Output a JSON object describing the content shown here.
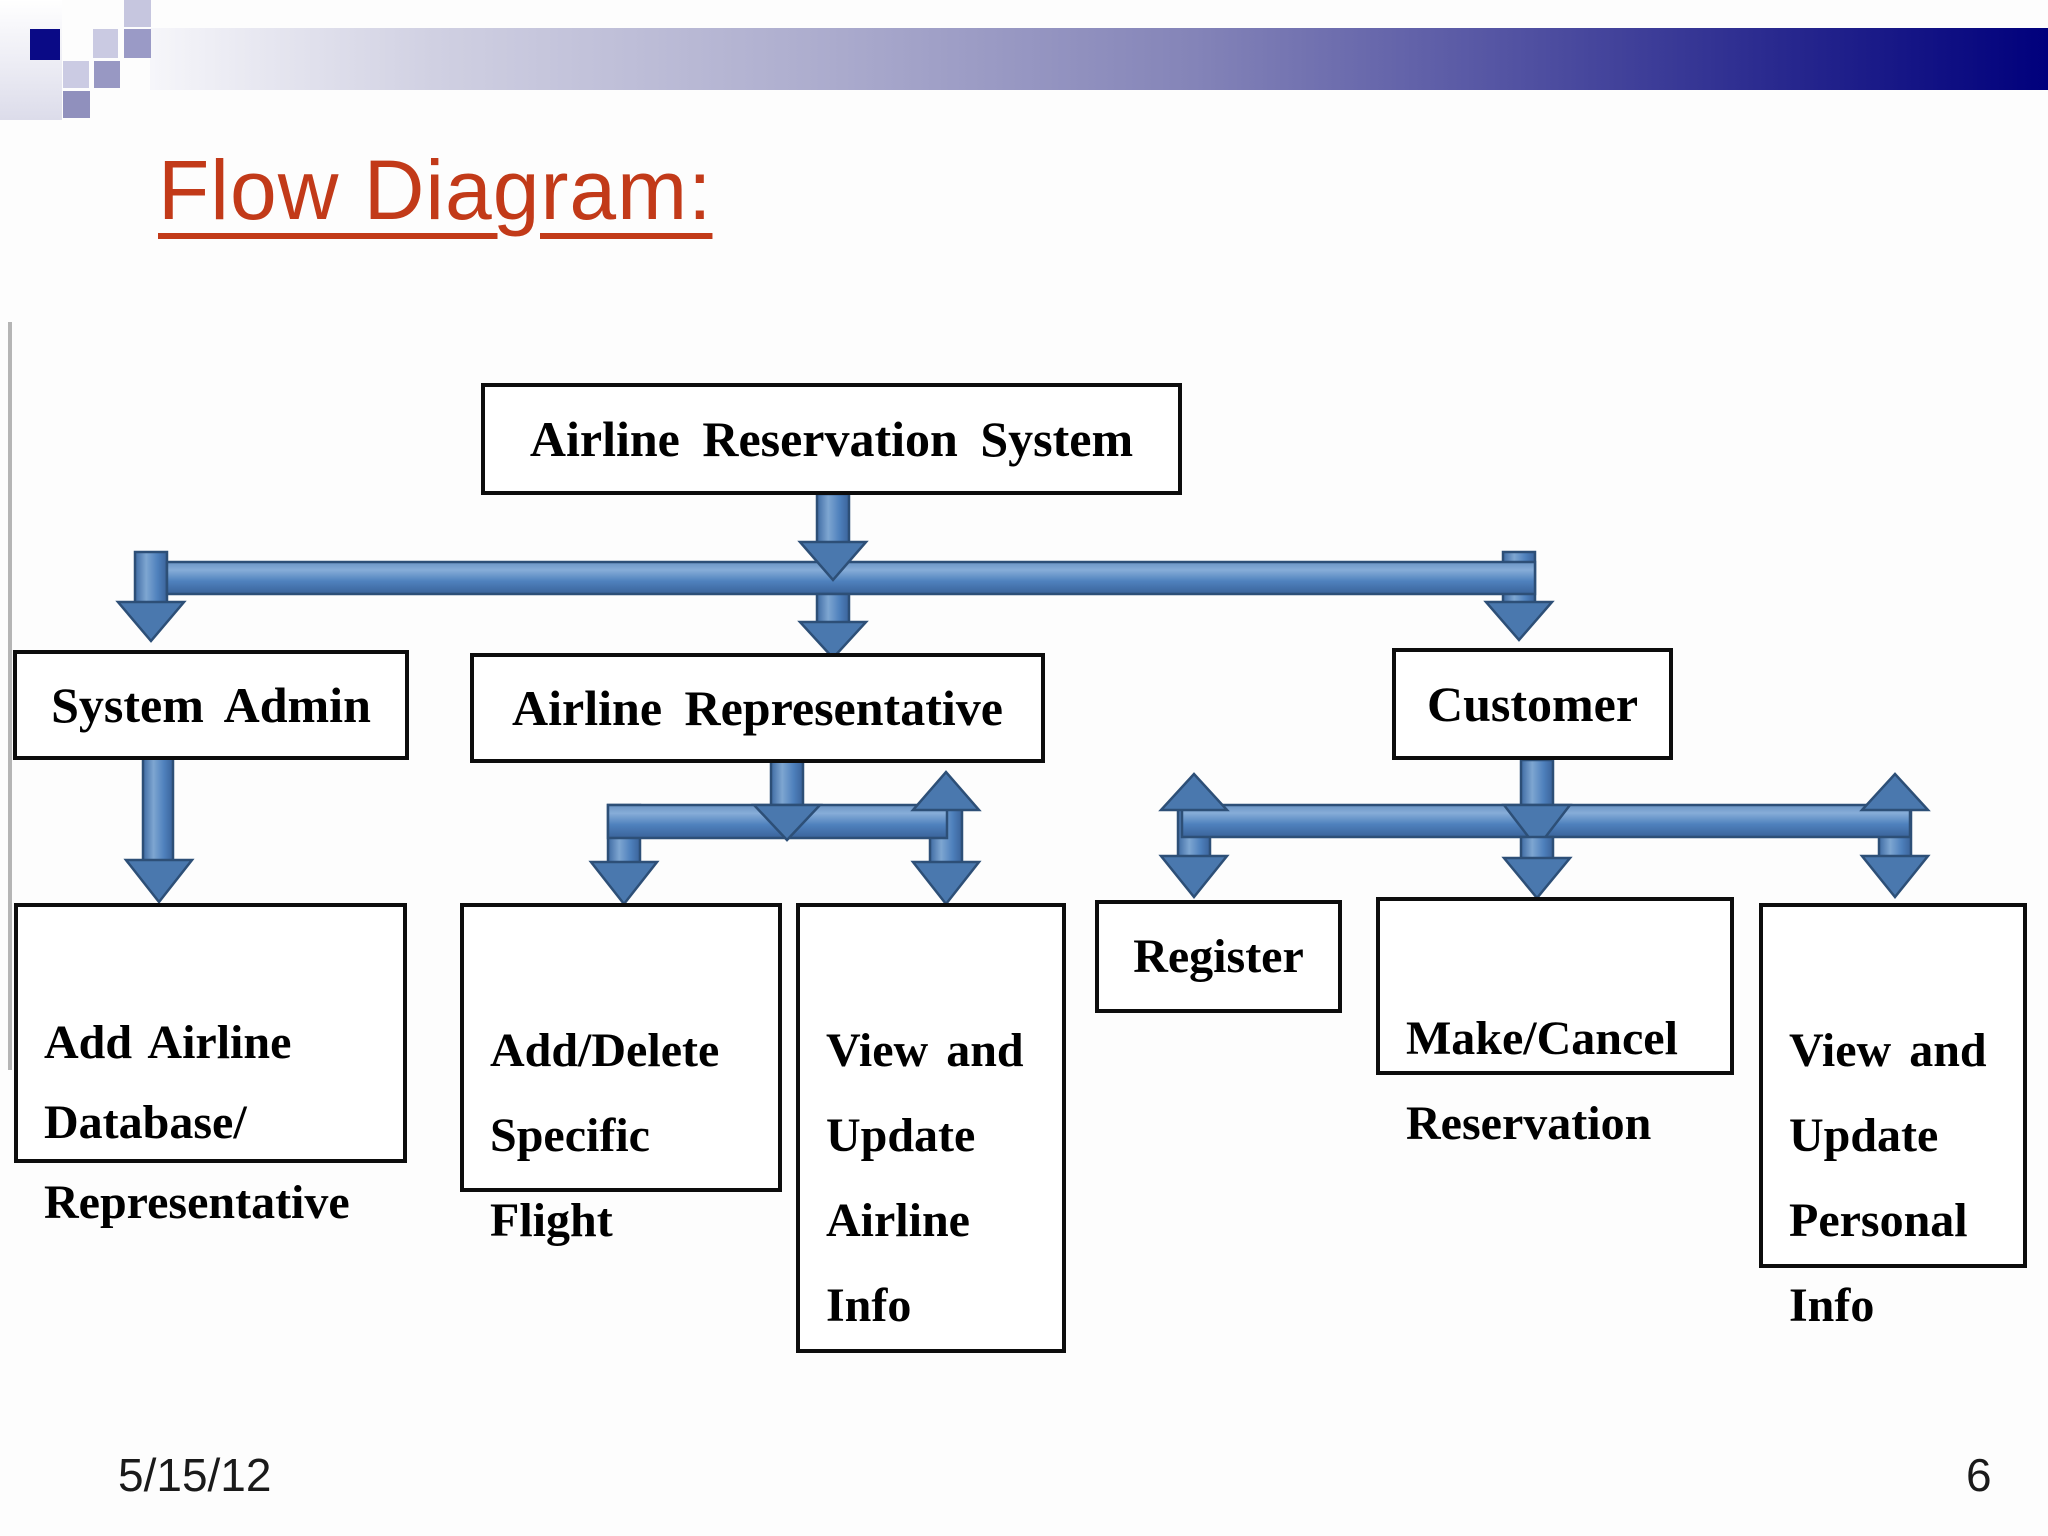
{
  "slide": {
    "title": "Flow Diagram:"
  },
  "footer": {
    "date": "5/15/12",
    "page": "6"
  },
  "nodes": {
    "root": {
      "label": "Airline Reservation System"
    },
    "system_admin": {
      "label": "System Admin"
    },
    "airline_representative": {
      "label": "Airline Representative"
    },
    "customer": {
      "label": "Customer"
    },
    "add_airline_database": {
      "label": "Add Airline\nDatabase/\nRepresentative"
    },
    "add_delete_flight": {
      "label": "Add/Delete\nSpecific\nFlight"
    },
    "view_update_airline": {
      "label": "View and\nUpdate\nAirline\nInfo"
    },
    "register": {
      "label": "Register"
    },
    "make_cancel": {
      "label": "Make/Cancel\nReservation"
    },
    "view_update_personal": {
      "label": "View and\nUpdate\nPersonal\nInfo"
    }
  },
  "edges": [
    {
      "from": "Airline Reservation System",
      "to": "System Admin"
    },
    {
      "from": "Airline Reservation System",
      "to": "Airline Representative"
    },
    {
      "from": "Airline Reservation System",
      "to": "Customer"
    },
    {
      "from": "System Admin",
      "to": "Add Airline Database/ Representative"
    },
    {
      "from": "Airline Representative",
      "to": "Add/Delete Specific Flight"
    },
    {
      "from": "Airline Representative",
      "to": "View and Update Airline Info"
    },
    {
      "from": "Customer",
      "to": "Register"
    },
    {
      "from": "Customer",
      "to": "Make/Cancel Reservation"
    },
    {
      "from": "Customer",
      "to": "View and Update Personal Info"
    }
  ],
  "colors": {
    "title_red": "#C23A19",
    "banner_navy": "#00007C",
    "arrow_fill": "#4F81BD",
    "arrow_border": "#2D4F77",
    "box_border": "#0D0D0D"
  }
}
